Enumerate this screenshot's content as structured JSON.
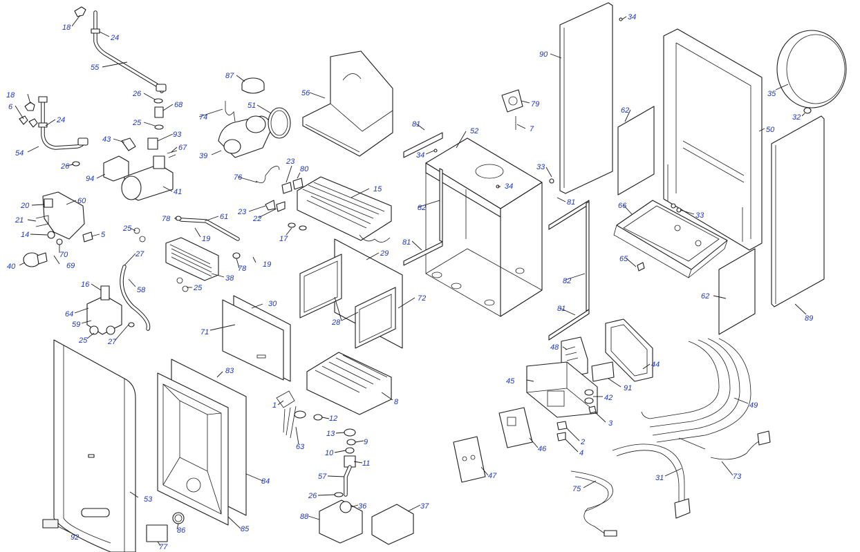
{
  "diagram": {
    "type": "exploded-parts-view",
    "colors": {
      "line": "#1a1a1a",
      "label": "#1a35c8",
      "background": "#ffffff"
    },
    "labels": {
      "p1": "1",
      "p2": "2",
      "p3": "3",
      "p4": "4",
      "p5": "5",
      "p6": "6",
      "p7": "7",
      "p8": "8",
      "p9": "9",
      "p10": "10",
      "p11": "11",
      "p12": "12",
      "p13": "13",
      "p14": "14",
      "p15": "15",
      "p16": "16",
      "p17": "17",
      "p18": "18",
      "p19": "19",
      "p20": "20",
      "p21": "21",
      "p22": "22",
      "p23": "23",
      "p24": "24",
      "p25": "25",
      "p26": "26",
      "p27": "27",
      "p28": "28",
      "p29": "29",
      "p30": "30",
      "p31": "31",
      "p32": "32",
      "p33": "33",
      "p34": "34",
      "p35": "35",
      "p36": "36",
      "p37": "37",
      "p38": "38",
      "p39": "39",
      "p40": "40",
      "p41": "41",
      "p42": "42",
      "p43": "43",
      "p44": "44",
      "p45": "45",
      "p46": "46",
      "p47": "47",
      "p48": "48",
      "p49": "49",
      "p50": "50",
      "p51": "51",
      "p52": "52",
      "p53": "53",
      "p54": "54",
      "p55": "55",
      "p56": "56",
      "p57": "57",
      "p58": "58",
      "p59": "59",
      "p60": "60",
      "p61": "61",
      "p62": "62",
      "p63": "63",
      "p64": "64",
      "p65": "65",
      "p66": "66",
      "p67": "67",
      "p68": "68",
      "p69": "69",
      "p70": "70",
      "p71": "71",
      "p72": "72",
      "p73": "73",
      "p74": "74",
      "p75": "75",
      "p76": "76",
      "p77": "77",
      "p78": "78",
      "p79": "79",
      "p80": "80",
      "p81": "81",
      "p82": "82",
      "p83": "83",
      "p84": "84",
      "p85": "85",
      "p86": "86",
      "p87": "87",
      "p88": "88",
      "p89": "89",
      "p90": "90",
      "p91": "91",
      "p92": "92",
      "p93": "93",
      "p94": "94"
    }
  }
}
